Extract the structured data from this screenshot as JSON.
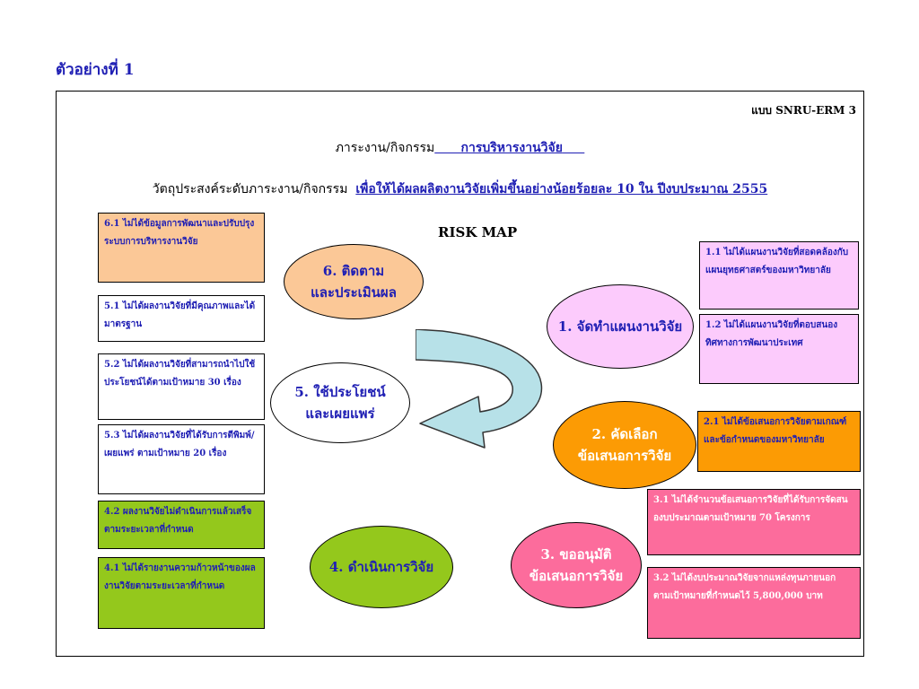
{
  "heading": "ตัวอย่างที่ 1",
  "form_code": "แบบ  SNRU-ERM 3",
  "task": {
    "label": "ภาระงาน/กิจกรรม",
    "value": "การบริหารงานวิจัย"
  },
  "objective": {
    "label": "วัตถุประสงค์ระดับภาระงาน/กิจกรรม",
    "value": "เพื่อให้ได้ผลผลิตงานวิจัยเพิ่มขึ้นอย่างน้อยร้อยละ 10 ใน  ปีงบประมาณ 2555"
  },
  "risk_map_title": "RISK  MAP",
  "steps": {
    "s1": "1. จัดทำแผนงานวิจัย",
    "s2": "2. คัดเลือก\nข้อเสนอการวิจัย",
    "s3": "3. ขออนุมัติ\nข้อเสนอการวิจัย",
    "s4": "4. ดำเนินการวิจัย",
    "s5": "5. ใช้ประโยชน์\nและเผยแพร่",
    "s6": "6. ติดตาม\nและประเมินผล"
  },
  "risks": {
    "r11": "1.1 ไม่ได้แผนงานวิจัยที่สอดคล้องกับแผนยุทธศาสตร์ของมหาวิทยาลัย",
    "r12": "1.2 ไม่ได้แผนงานวิจัยที่ตอบสนองทิศทางการพัฒนาประเทศ",
    "r21": "2.1 ไม่ได้ข้อเสนอการวิจัยตามเกณฑ์และข้อกำหนดของมหาวิทยาลัย",
    "r31": "3.1 ไม่ได้จำนวนข้อเสนอการวิจัยที่ได้รับการจัดสนองบประมาณตามเป้าหมาย 70 โครงการ",
    "r32": "3.2 ไม่ได้งบประมาณวิจัยจากแหล่งทุนภายนอก ตามเป้าหมายที่กำหนดไว้ 5,800,000 บาท",
    "r41": "4.1 ไม่ได้รายงานความก้าวหน้าของผลงานวิจัยตามระยะเวลาที่กำหนด",
    "r42": "4.2 ผลงานวิจัยไม่ดำเนินการแล้วเสร็จตามระยะเวลาที่กำหนด",
    "r51": "5.1 ไม่ได้ผลงานวิจัยที่มีคุณภาพและได้มาตรฐาน",
    "r52": "5.2 ไม่ได้ผลงานวิจัยที่สามารถนำไปใช้ประโยชน์ได้ตามเป้าหมาย 30 เรื่อง",
    "r53": "5.3 ไม่ได้ผลงานวิจัยที่ได้รับการตีพิมพ์/เผยแพร่ ตามเป้าหมาย 20 เรื่อง",
    "r61": "6.1 ไม่ได้ข้อมูลการพัฒนาและปรับปรุงระบบการบริหารงานวิจัย"
  },
  "colors": {
    "blue_text": "#1f1fb4",
    "peach": "#fbc897",
    "pink_light": "#fccbfc",
    "orange": "#fc9b04",
    "magenta": "#fc6c9c",
    "green": "#94c81c",
    "white": "#ffffff"
  }
}
